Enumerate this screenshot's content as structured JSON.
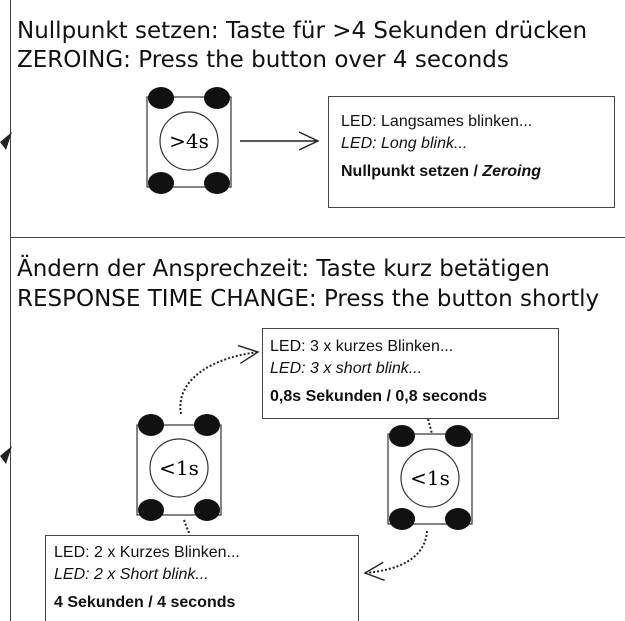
{
  "zeroing_section": {
    "heading_de": "Nullpunkt setzen: Taste für >4 Sekunden drücken",
    "heading_en": "ZEROING: Press the button over 4 seconds",
    "button_label": ">4s",
    "led_box": {
      "line_de": "LED: Langsames blinken...",
      "line_en": "LED: Long blink...",
      "result_de": "Nullpunkt setzen / ",
      "result_en": "Zeroing"
    }
  },
  "response_section": {
    "heading_de": "Ändern der Ansprechzeit: Taste kurz betätigen",
    "heading_en": "RESPONSE TIME CHANGE: Press the button shortly",
    "button_left_label": "<1s",
    "button_right_label": "<1s",
    "led_box_fast": {
      "line_de": "LED: 3 x kurzes Blinken...",
      "line_en": "LED: 3 x short blink...",
      "result": "0,8s Sekunden / 0,8 seconds"
    },
    "led_box_slow": {
      "line_de": "LED: 2 x Kurzes Blinken...",
      "line_en": "LED: 2 x Short blink...",
      "result": "4 Sekunden / 4 seconds"
    }
  }
}
